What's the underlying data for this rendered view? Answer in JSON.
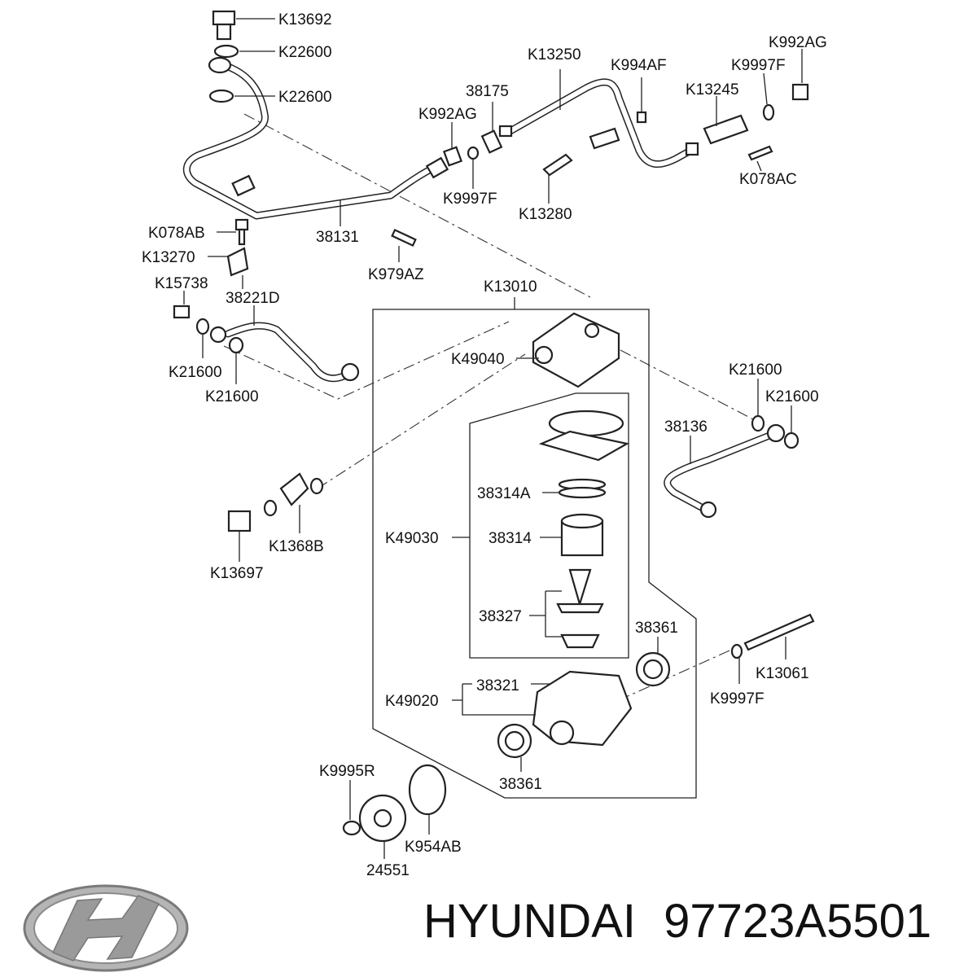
{
  "labels": {
    "k13692": "K13692",
    "k22600_a": "K22600",
    "k22600_b": "K22600",
    "k13250": "K13250",
    "k994af": "K994AF",
    "k992ag_top": "K992AG",
    "k9997f_top": "K9997F",
    "p38175": "38175",
    "k13245": "K13245",
    "k992ag_mid": "K992AG",
    "k9997f_mid": "K9997F",
    "k078ac": "K078AC",
    "k13280": "K13280",
    "k078ab": "K078AB",
    "p38131": "38131",
    "k13270": "K13270",
    "k979az": "K979AZ",
    "k15738": "K15738",
    "p38221d": "38221D",
    "k13010": "K13010",
    "k49040": "K49040",
    "k21600_l1": "K21600",
    "k21600_l2": "K21600",
    "k21600_r1": "K21600",
    "k21600_r2": "K21600",
    "p38136": "38136",
    "p38314a": "38314A",
    "k49030": "K49030",
    "p38314": "38314",
    "p38327": "38327",
    "k1368b": "K1368B",
    "k13697": "K13697",
    "p38361_r": "38361",
    "k13061": "K13061",
    "p38321": "38321",
    "k49020": "K49020",
    "k9997f_bot": "K9997F",
    "p38361_b": "38361",
    "k9995r": "K9995R",
    "k954ab": "K954AB",
    "p24551": "24551"
  },
  "caption": {
    "brand": "HYUNDAI",
    "part_number": "97723A5501"
  },
  "logo": {
    "icon": "hyundai-logo-icon",
    "color": "#9a9a9a"
  }
}
